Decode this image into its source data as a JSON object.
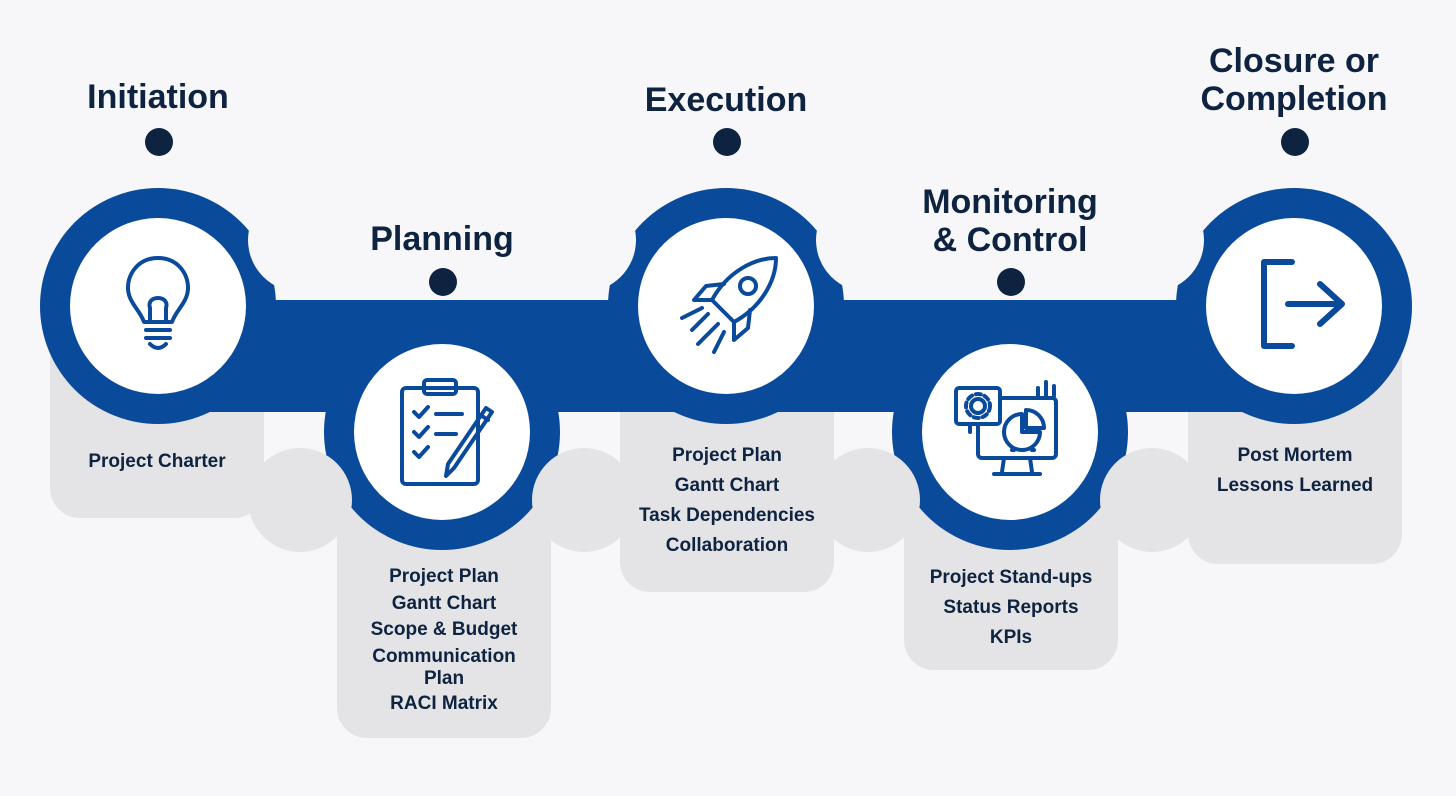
{
  "stages": [
    {
      "title_lines": [
        "Initiation"
      ],
      "icon": "lightbulb-icon",
      "items": [
        "Project Charter"
      ]
    },
    {
      "title_lines": [
        "Planning"
      ],
      "icon": "clipboard-checklist-icon",
      "items": [
        "Project Plan",
        "Gantt Chart",
        "Scope & Budget",
        "Communication",
        "Plan",
        "RACI Matrix"
      ]
    },
    {
      "title_lines": [
        "Execution"
      ],
      "icon": "rocket-icon",
      "items": [
        "Project Plan",
        "Gantt Chart",
        "Task Dependencies",
        "Collaboration"
      ]
    },
    {
      "title_lines": [
        "Monitoring",
        "& Control"
      ],
      "icon": "monitor-dashboard-icon",
      "items": [
        "Project Stand-ups",
        "Status Reports",
        "KPIs"
      ]
    },
    {
      "title_lines": [
        "Closure or",
        "Completion"
      ],
      "icon": "exit-arrow-icon",
      "items": [
        "Post Mortem",
        "Lessons Learned"
      ]
    }
  ],
  "colors": {
    "ring": "#0a4a9a",
    "text": "#0d2340",
    "card": "#e4e4e6",
    "icon": "#0a4a9a"
  }
}
